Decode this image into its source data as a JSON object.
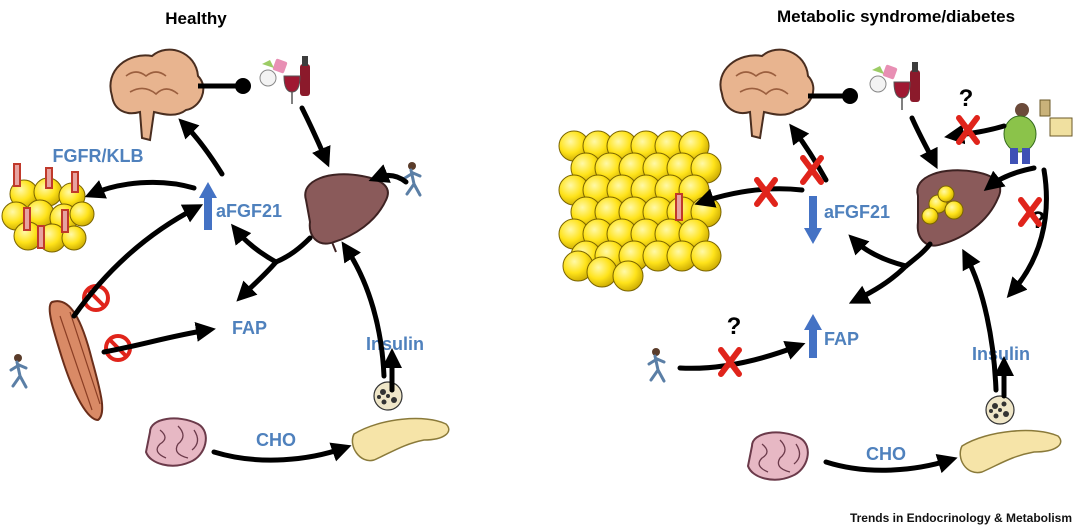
{
  "panels": {
    "healthy": {
      "title": "Healthy",
      "labels": {
        "receptor": "FGFR/KLB",
        "hormone": "aFGF21",
        "fap": "FAP",
        "insulin": "Insulin",
        "cho": "CHO"
      }
    },
    "disease": {
      "title": "Metabolic syndrome/diabetes",
      "labels": {
        "hormone": "aFGF21",
        "fap": "FAP",
        "insulin": "Insulin",
        "cho": "CHO",
        "question": "?"
      }
    }
  },
  "footer": {
    "credit": "Trends in Endocrinology & Metabolism"
  },
  "colors": {
    "label_blue": "#4f81bd",
    "arrow_blue": "#4472c4",
    "inhibit_red": "#e0241b",
    "fat_yellow": "#ffe31a",
    "liver": "#8a5a5a",
    "brain": "#e8b48f",
    "pancreas": "#f6e4a8",
    "gut": "#e7b8c4",
    "muscle": "#d98a66"
  },
  "icons": [
    "brain-icon",
    "liver-icon",
    "adipose-icon",
    "pancreas-icon",
    "intestine-icon",
    "muscle-icon",
    "runner-icon",
    "food-alcohol-icon",
    "obese-person-icon",
    "beta-cell-icon"
  ]
}
